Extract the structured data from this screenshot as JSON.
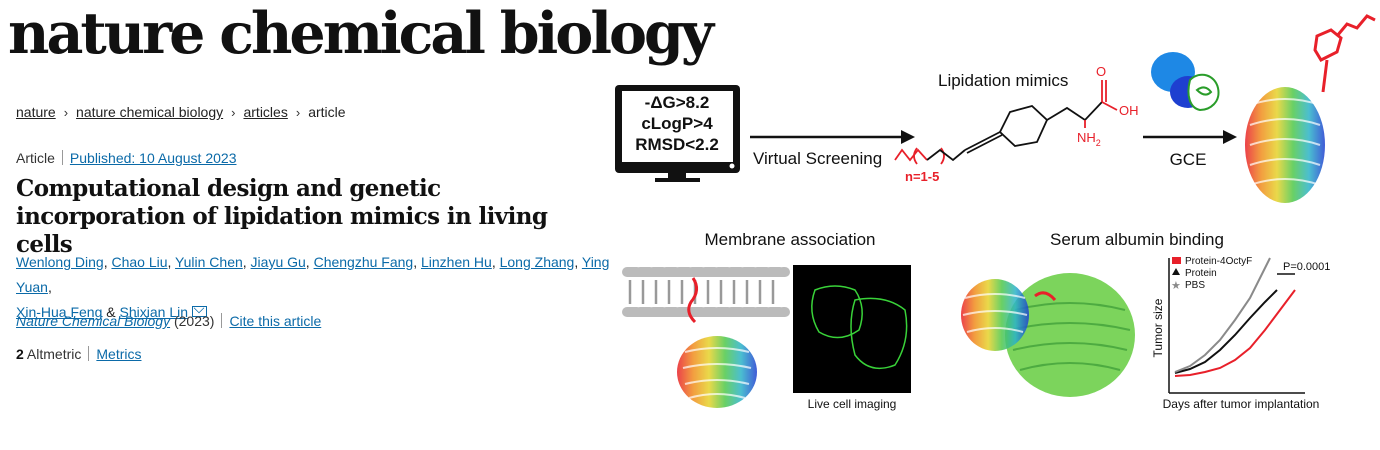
{
  "site": {
    "logo": "nature chemical biology"
  },
  "breadcrumb": {
    "items": [
      "nature",
      "nature chemical biology",
      "articles"
    ],
    "current": "article"
  },
  "article": {
    "type": "Article",
    "published": "Published: 10 August 2023",
    "title": "Computational design and genetic incorporation of lipidation mimics in living cells",
    "authors": [
      "Wenlong Ding",
      "Chao Liu",
      "Yulin Chen",
      "Jiayu Gu",
      "Chengzhu Fang",
      "Linzhen Hu",
      "Long Zhang",
      "Ying Yuan",
      "Xin-Hua Feng",
      "Shixian Lin"
    ],
    "and": "&",
    "journal": "Nature Chemical Biology",
    "year": "(2023)",
    "cite": "Cite this article",
    "altmetric_count": "2",
    "altmetric_label": "Altmetric",
    "metrics": "Metrics"
  },
  "figure": {
    "monitor_lines": [
      "-ΔG>8.2",
      "cLogP>4",
      "RMSD<2.2"
    ],
    "vs_label": "Virtual Screening",
    "lipid_title": "Lipidation mimics",
    "n_label": "n=1-5",
    "oh_label": "OH",
    "o_label": "O",
    "nh2_label": "NH",
    "nh2_sub": "2",
    "gce_label": "GCE",
    "membrane_title": "Membrane association",
    "live_label": "Live cell imaging",
    "serum_title": "Serum albumin binding",
    "ylabel": "Tumor size",
    "xlabel": "Days after tumor implantation",
    "p_value": "P=0.0001",
    "legend": [
      "Protein-4OctyF",
      "Protein",
      "PBS"
    ],
    "colors": {
      "red": "#e8202a",
      "black": "#111111",
      "gray": "#8a8a8a",
      "green": "#6ecf4a"
    }
  }
}
